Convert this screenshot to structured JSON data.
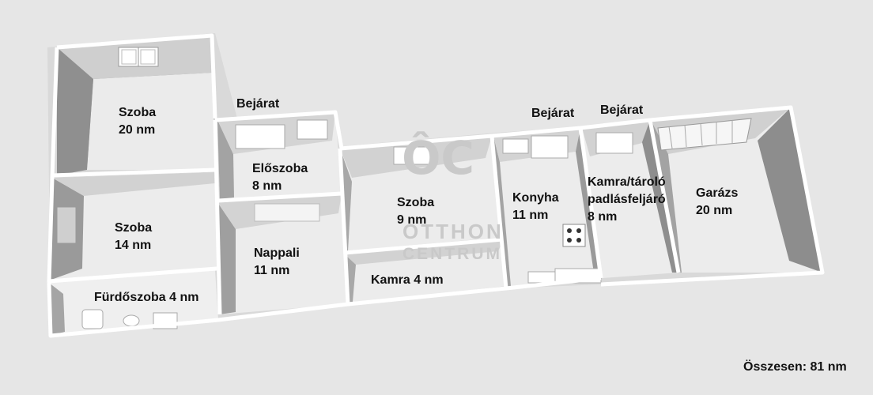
{
  "rooms": [
    {
      "id": "szoba-1",
      "name": "Szoba",
      "area": "20 nm"
    },
    {
      "id": "eloszoba",
      "name": "Előszoba",
      "area": "8 nm"
    },
    {
      "id": "szoba-2",
      "name": "Szoba",
      "area": "14 nm"
    },
    {
      "id": "nappali",
      "name": "Nappali",
      "area": "11 nm"
    },
    {
      "id": "szoba-3",
      "name": "Szoba",
      "area": "9 nm"
    },
    {
      "id": "kamra",
      "name": "Kamra 4 nm"
    },
    {
      "id": "konyha",
      "name": "Konyha",
      "area": "11 nm"
    },
    {
      "id": "kamra-taroló",
      "name_line1": "Kamra/tároló",
      "name_line2": "padlásfeljáró",
      "area": "8 nm"
    },
    {
      "id": "garazs",
      "name": "Garázs",
      "area": "20 nm"
    },
    {
      "id": "furdoszoba",
      "name": "Fürdőszoba 4 nm"
    }
  ],
  "entrances": [
    "Bejárat",
    "Bejárat",
    "Bejárat"
  ],
  "watermark": {
    "monogram": "ÔC",
    "line1": "OTTHON",
    "line2": "CENTRUM"
  },
  "total": "Összesen: 81 nm",
  "colors": {
    "background": "#e6e6e6",
    "floor": "#ececec",
    "wall_side": "#a8a8a8",
    "wall_top": "#ffffff",
    "text": "#111111",
    "watermark": "#c9c9c9"
  }
}
